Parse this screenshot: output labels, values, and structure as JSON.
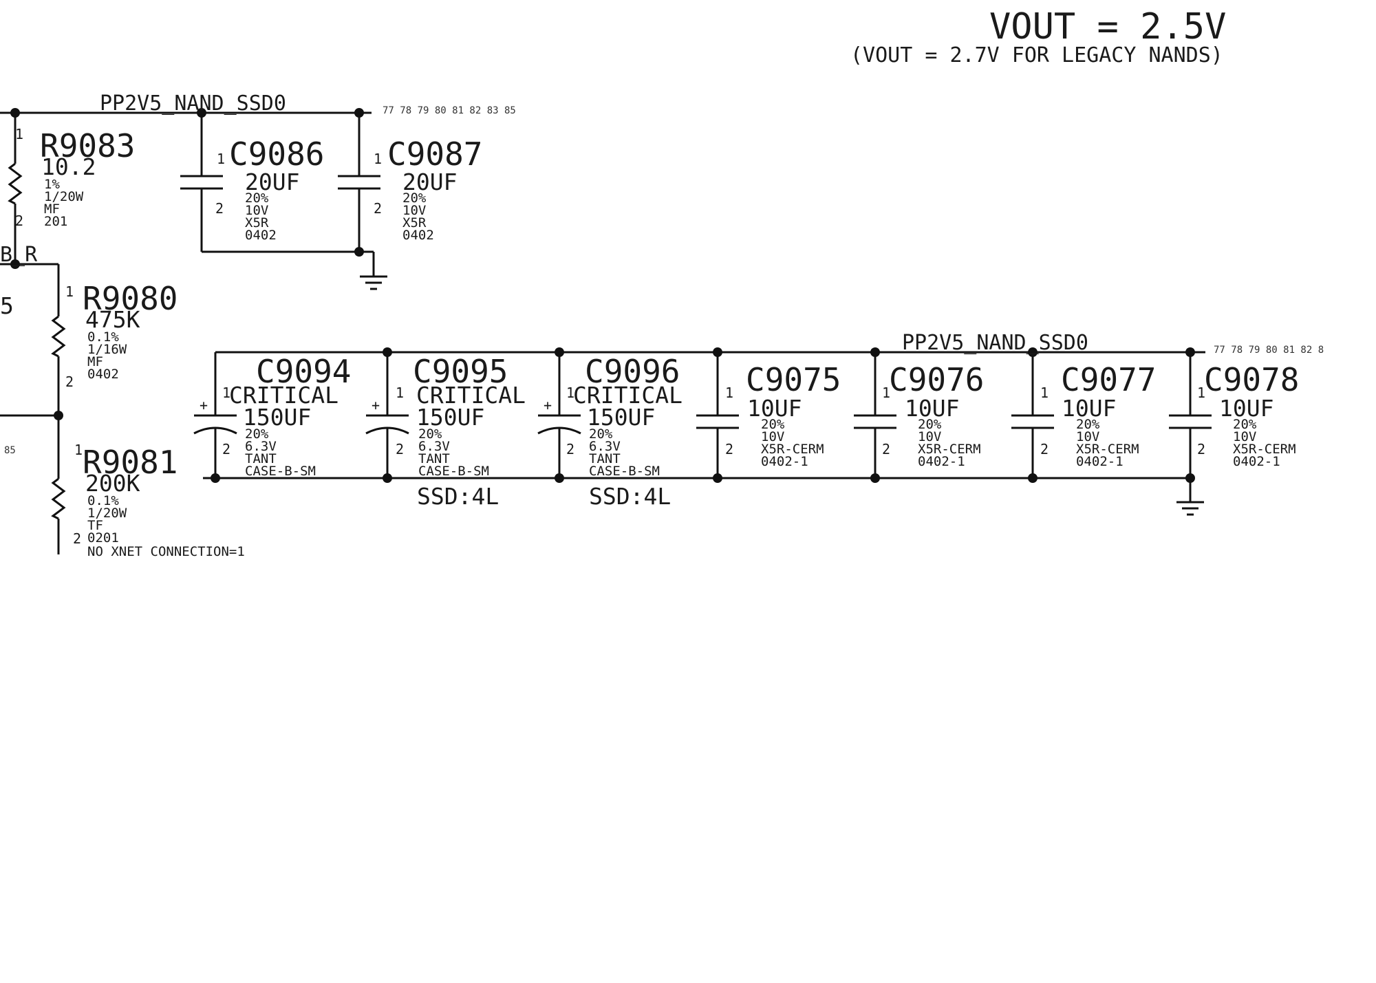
{
  "header": {
    "title": "VOUT = 2.5V",
    "subtitle": "(VOUT = 2.7V FOR LEGACY NANDS)"
  },
  "nets": {
    "top_rail": "PP2V5_NAND_SSD0",
    "bottom_rail": "PP2V5_NAND_SSD0",
    "left_fb_fragment": "B_R",
    "left_value_fragment": "5",
    "left_ref_fragment": "85",
    "top_refs": "77  78  79  80  81  82  83  85",
    "bottom_refs": "77  78  79  80  81  82  8"
  },
  "resistors": [
    {
      "ref": "R9083",
      "value": "10.2",
      "specs": [
        "1%",
        "1/20W",
        "MF",
        "201"
      ],
      "pin1": "1",
      "pin2": "2"
    },
    {
      "ref": "R9080",
      "value": "475K",
      "specs": [
        "0.1%",
        "1/16W",
        "MF",
        "0402"
      ],
      "pin1": "1",
      "pin2": "2"
    },
    {
      "ref": "R9081",
      "value": "200K",
      "specs": [
        "0.1%",
        "1/20W",
        "TF",
        "0201"
      ],
      "pin1": "1",
      "pin2": "2",
      "note": "NO XNET CONNECTION=1"
    }
  ],
  "caps_top": [
    {
      "ref": "C9086",
      "value": "20UF",
      "specs": [
        "20%",
        "10V",
        "X5R",
        "0402"
      ],
      "pin1": "1",
      "pin2": "2"
    },
    {
      "ref": "C9087",
      "value": "20UF",
      "specs": [
        "20%",
        "10V",
        "X5R",
        "0402"
      ],
      "pin1": "1",
      "pin2": "2"
    }
  ],
  "caps_tant": [
    {
      "ref": "C9094",
      "flag": "CRITICAL",
      "value": "150UF",
      "specs": [
        "20%",
        "6.3V",
        "TANT",
        "CASE-B-SM"
      ],
      "pin1": "1",
      "pin2": "2",
      "polarity": "+",
      "option": ""
    },
    {
      "ref": "C9095",
      "flag": "CRITICAL",
      "value": "150UF",
      "specs": [
        "20%",
        "6.3V",
        "TANT",
        "CASE-B-SM"
      ],
      "pin1": "1",
      "pin2": "2",
      "polarity": "+",
      "option": "SSD:4L"
    },
    {
      "ref": "C9096",
      "flag": "CRITICAL",
      "value": "150UF",
      "specs": [
        "20%",
        "6.3V",
        "TANT",
        "CASE-B-SM"
      ],
      "pin1": "1",
      "pin2": "2",
      "polarity": "+",
      "option": "SSD:4L"
    }
  ],
  "caps_cer": [
    {
      "ref": "C9075",
      "value": "10UF",
      "specs": [
        "20%",
        "10V",
        "X5R-CERM",
        "0402-1"
      ],
      "pin1": "1",
      "pin2": "2"
    },
    {
      "ref": "C9076",
      "value": "10UF",
      "specs": [
        "20%",
        "10V",
        "X5R-CERM",
        "0402-1"
      ],
      "pin1": "1",
      "pin2": "2"
    },
    {
      "ref": "C9077",
      "value": "10UF",
      "specs": [
        "20%",
        "10V",
        "X5R-CERM",
        "0402-1"
      ],
      "pin1": "1",
      "pin2": "2"
    },
    {
      "ref": "C9078",
      "value": "10UF",
      "specs": [
        "20%",
        "10V",
        "X5R-CERM",
        "0402-1"
      ],
      "pin1": "1",
      "pin2": "2"
    }
  ]
}
